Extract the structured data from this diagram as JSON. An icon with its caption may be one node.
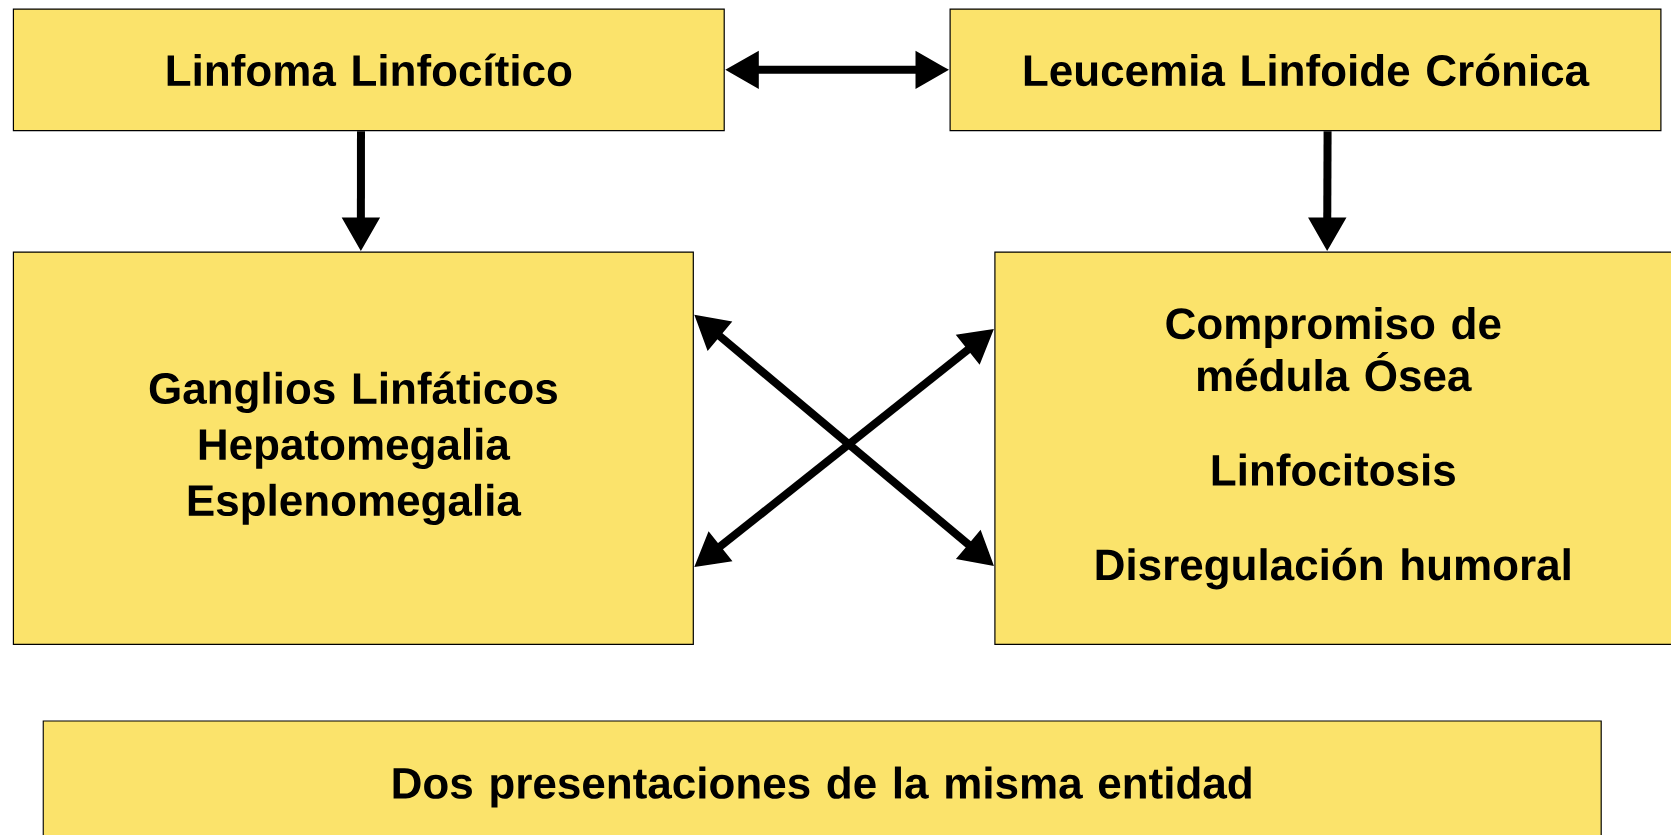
{
  "diagram": {
    "nodes": [
      {
        "text": [
          "Linfoma Linfocítico"
        ]
      },
      {
        "text": [
          "Leucemia Linfoide Crónica"
        ]
      },
      {
        "text": [
          "Ganglios Linfáticos",
          "Hepatomegalia",
          "Esplenomegalia"
        ]
      },
      {
        "text": [
          "Compromiso de médula Ósea",
          "Linfocitosis",
          "Disregulación humoral"
        ]
      },
      {
        "text": [
          "Dos presentaciones de la misma entidad"
        ]
      }
    ],
    "edges": [
      {
        "from": 0,
        "to": 1,
        "arrow": "both"
      },
      {
        "from": 0,
        "to": 2,
        "arrow": "to"
      },
      {
        "from": 1,
        "to": 3,
        "arrow": "to"
      },
      {
        "from": 2,
        "to": 3,
        "arrow": "both"
      },
      {
        "from": 2,
        "to": 3,
        "arrow": "both"
      }
    ]
  }
}
